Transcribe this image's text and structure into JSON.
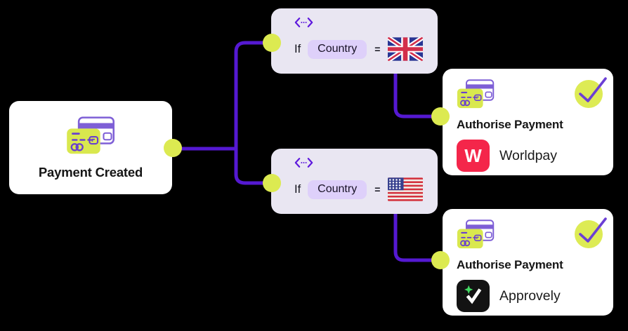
{
  "canvas": {
    "background": "#000000",
    "type": "payment-workflow-builder"
  },
  "colors": {
    "connector_purple": "#5519d2",
    "port_yellow": "#dcea51",
    "node_white": "#ffffff",
    "condition_bg": "#e9e6f2",
    "pill_bg": "#ded0fa",
    "card_icon_yellow": "#d9e84e",
    "card_icon_purple": "#7e5fd6",
    "check_purple": "#6b3fd4",
    "worldpay_red": "#f4264a",
    "approvely_black": "#131313",
    "sparkle_green": "#43d963"
  },
  "nodes": {
    "payment_created": {
      "title": "Payment Created",
      "icon": "credit-cards-icon"
    },
    "condition_uk": {
      "icon": "code-condition-icon",
      "if_label": "If",
      "field": "Country",
      "operator": "=",
      "value_icon": "united-kingdom-flag-icon"
    },
    "condition_us": {
      "icon": "code-condition-icon",
      "if_label": "If",
      "field": "Country",
      "operator": "=",
      "value_icon": "united-states-flag-icon"
    },
    "authorise_worldpay": {
      "icon": "credit-cards-icon",
      "title": "Authorise Payment",
      "provider": "Worldpay",
      "logo_letter": "W",
      "status_icon": "check-circle-icon"
    },
    "authorise_approvely": {
      "icon": "credit-cards-icon",
      "title": "Authorise Payment",
      "provider": "Approvely",
      "logo_icon": "approvely-check-sparkle-icon",
      "status_icon": "check-circle-icon"
    }
  }
}
